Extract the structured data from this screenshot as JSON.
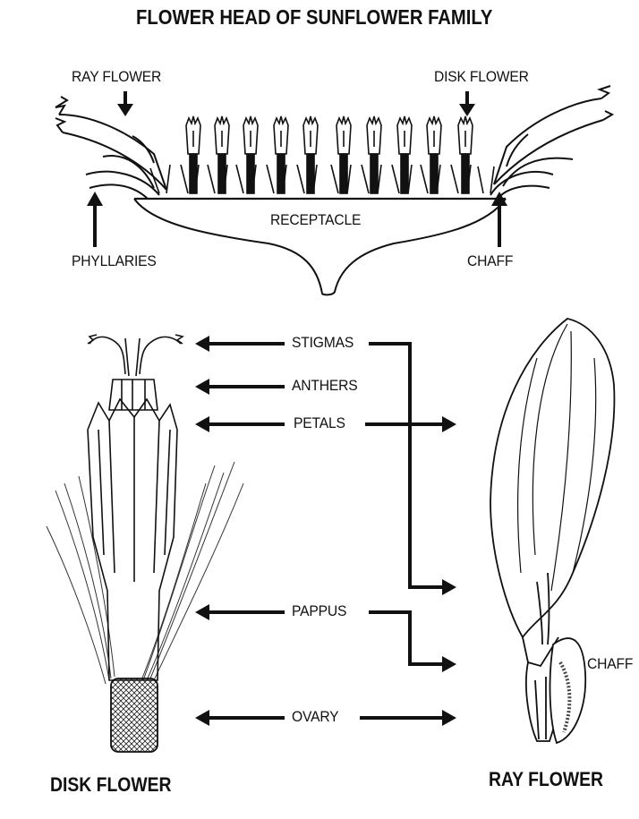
{
  "title": "FLOWER HEAD OF SUNFLOWER FAMILY",
  "head_labels": {
    "ray_flower": "RAY FLOWER",
    "disk_flower": "DISK FLOWER",
    "receptacle": "RECEPTACLE",
    "phyllaries": "PHYLLARIES",
    "chaff": "CHAFF"
  },
  "part_labels": {
    "stigmas": "STIGMAS",
    "anthers": "ANTHERS",
    "petals": "PETALS",
    "pappus": "PAPPUS",
    "ovary": "OVARY",
    "chaff": "CHAFF"
  },
  "captions": {
    "disk_flower": "DISK FLOWER",
    "ray_flower": "RAY FLOWER"
  }
}
